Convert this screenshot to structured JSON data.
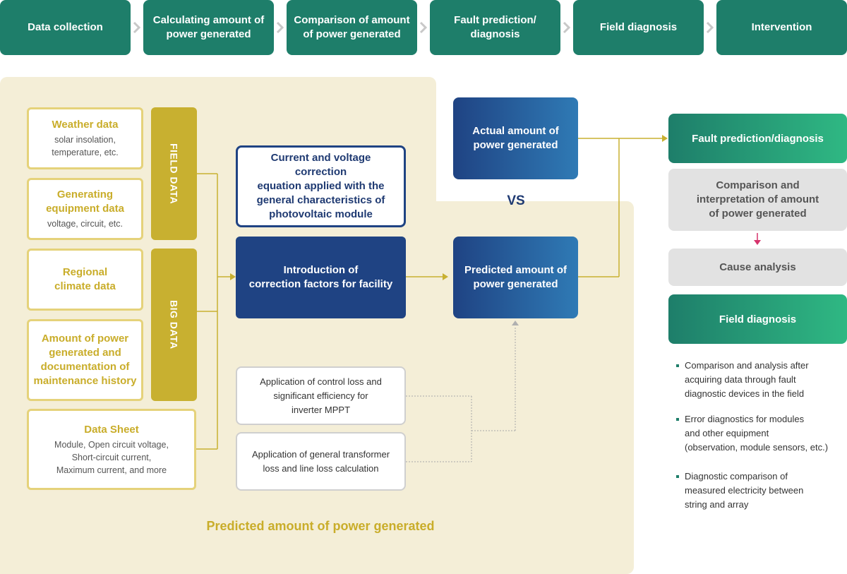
{
  "process_steps": [
    "Data collection",
    "Calculating amount of power generated",
    "Comparison of amount of power generated",
    "Fault prediction/ diagnosis",
    "Field diagnosis",
    "Intervention"
  ],
  "inputs": {
    "weather": {
      "title": "Weather data",
      "sub": "solar insolation,\ntemperature, etc."
    },
    "equipment": {
      "title": "Generating\nequipment data",
      "sub": "voltage, circuit, etc."
    },
    "regional": {
      "title": "Regional\nclimate data"
    },
    "history": {
      "title": "Amount of power\ngenerated and\ndocumentation of\nmaintenance history"
    },
    "datasheet": {
      "title": "Data Sheet",
      "sub": "Module, Open circuit voltage,\nShort-circuit current,\nMaximum current, and more"
    }
  },
  "field_data_label": "FIELD DATA",
  "big_data_label": "BIG DATA",
  "correction_equation": "Current and voltage correction\nequation applied with the\ngeneral characteristics of\nphotovoltaic module",
  "correction_factors": "Introduction of\ncorrection factors for facility",
  "actual_amount": "Actual amount of\npower generated",
  "vs_label": "VS",
  "predicted_amount": "Predicted amount of\npower generated",
  "control_loss": "Application of control loss and\nsignificant efficiency for\ninverter MPPT",
  "transformer_loss": "Application of general transformer\nloss and line loss calculation",
  "area_caption": "Predicted amount of power generated",
  "right_panel": {
    "fault": "Fault prediction/diagnosis",
    "comparison": "Comparison and\ninterpretation of amount\nof power generated",
    "cause": "Cause analysis",
    "field": "Field diagnosis",
    "bullets": [
      "Comparison and analysis after\nacquiring data through fault\ndiagnostic devices in the field",
      "Error diagnostics for modules\nand other equipment\n(observation, module sensors, etc.)",
      "Diagnostic comparison of\nmeasured electricity between\nstring and array"
    ]
  },
  "colors": {
    "green": "#1e7e6a",
    "navy": "#1f4383",
    "gold": "#c8b030",
    "cream": "#f4eed7",
    "pink_arrow": "#d6336c"
  }
}
